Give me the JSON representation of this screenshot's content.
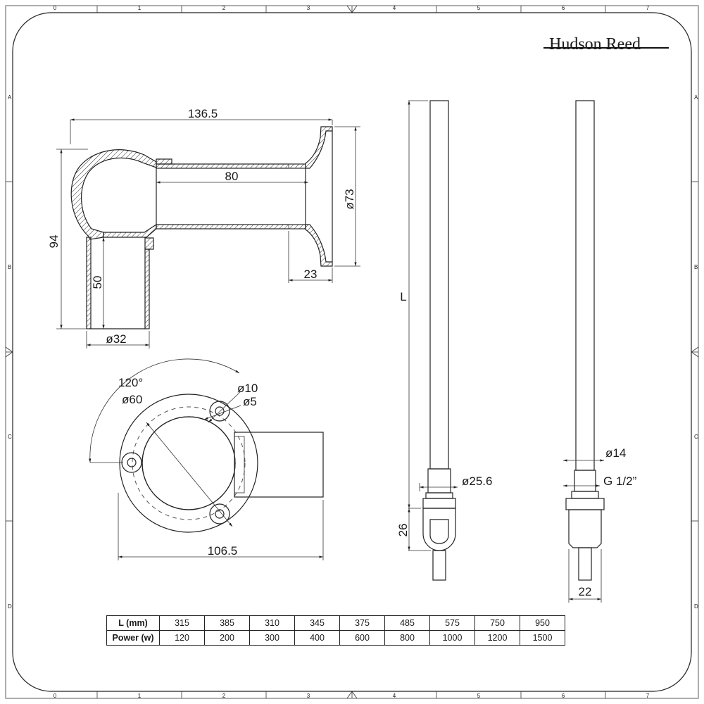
{
  "brand": {
    "name": "Hudson Reed"
  },
  "frame": {
    "columns": [
      "0",
      "1",
      "2",
      "3",
      "4",
      "5",
      "6",
      "7"
    ],
    "rows": [
      "A",
      "B",
      "C",
      "D"
    ]
  },
  "elbow_section": {
    "overall_length": "136.5",
    "inner_length": "80",
    "height": "94",
    "leg_length": "50",
    "leg_diameter": "ø32",
    "flange_diameter": "ø73",
    "flange_depth": "23"
  },
  "flange_view": {
    "angle": "120°",
    "pcd": "ø60",
    "outer_hole": "ø10",
    "inner_hole": "ø5",
    "width": "106.5"
  },
  "element_front": {
    "length": "L",
    "hex_diameter": "ø25.6",
    "head_height": "26"
  },
  "element_side": {
    "rod_diameter": "ø14",
    "thread": "G 1/2”",
    "head_width": "22"
  },
  "spec_table": {
    "rows": [
      {
        "label": "L (mm)",
        "values": [
          "315",
          "385",
          "310",
          "345",
          "375",
          "485",
          "575",
          "750",
          "950"
        ]
      },
      {
        "label": "Power (w)",
        "values": [
          "120",
          "200",
          "300",
          "400",
          "600",
          "800",
          "1000",
          "1200",
          "1500"
        ]
      }
    ]
  }
}
